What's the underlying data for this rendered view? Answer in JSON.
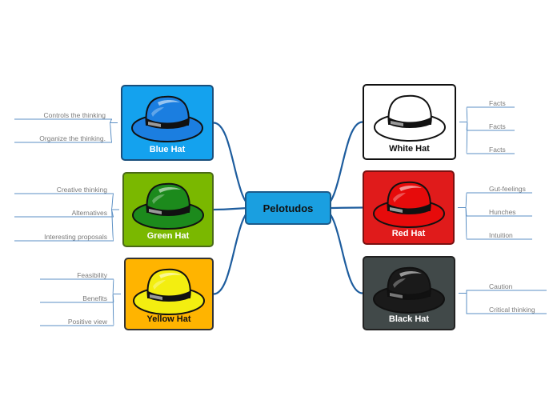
{
  "title": "Pelotudos",
  "colors": {
    "connector": "#1e5d9e",
    "leaf_line": "#5b8fc4",
    "leaf_text": "#7a7a7a"
  },
  "hats": [
    {
      "id": "blue",
      "label": "Blue Hat",
      "bg": "#14a2ee",
      "border": "#1a4f7c",
      "hat_color": "#1b7ee0",
      "label_color": "#ffffff",
      "items": [
        "Controls the thinking",
        "Organize the thinking."
      ]
    },
    {
      "id": "green",
      "label": "Green Hat",
      "bg": "#7ab800",
      "border": "#4a6a18",
      "hat_color": "#1c8a1c",
      "label_color": "#ffffff",
      "items": [
        "Creative thinking",
        "Alternatives",
        "Interesting proposals"
      ]
    },
    {
      "id": "yellow",
      "label": "Yellow Hat",
      "bg": "#ffb400",
      "border": "#333333",
      "hat_color": "#f3ee10",
      "label_color": "#111111",
      "items": [
        "Feasibility",
        "Benefits",
        "Positive view"
      ]
    },
    {
      "id": "white",
      "label": "White Hat",
      "bg": "#ffffff",
      "border": "#111111",
      "hat_color": "#ffffff",
      "label_color": "#111111",
      "items": [
        "Facts",
        "Facts",
        "Facts"
      ]
    },
    {
      "id": "red",
      "label": "Red Hat",
      "bg": "#e01b1b",
      "border": "#7a1010",
      "hat_color": "#e60b0b",
      "label_color": "#ffffff",
      "items": [
        "Gut-feelings",
        "Hunches",
        "Intuition"
      ]
    },
    {
      "id": "black",
      "label": "Black Hat",
      "bg": "#414949",
      "border": "#222222",
      "hat_color": "#1a1a1a",
      "label_color": "#ffffff",
      "items": [
        "Caution",
        "Critical thinking"
      ]
    }
  ]
}
